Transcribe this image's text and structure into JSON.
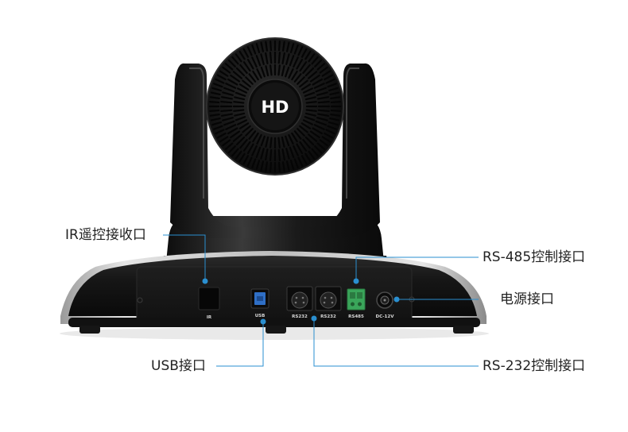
{
  "camera": {
    "badge": "HD",
    "ports": {
      "ir": "IR",
      "usb": "USB",
      "rs232_a": "RS232",
      "rs232_b": "RS232",
      "rs485": "RS485",
      "dc": "DC-12V"
    }
  },
  "callouts": {
    "ir": "IR遥控接收口",
    "usb": "USB接口",
    "rs485": "RS-485控制接口",
    "power": "电源接口",
    "rs232": "RS-232控制接口"
  },
  "colors": {
    "leader_line": "#2a8fd0",
    "port_dot": "#2a8fd0",
    "terminal_green": "#3aa55a",
    "usb_blue": "#2f6fc6",
    "body_dark": "#141414"
  }
}
